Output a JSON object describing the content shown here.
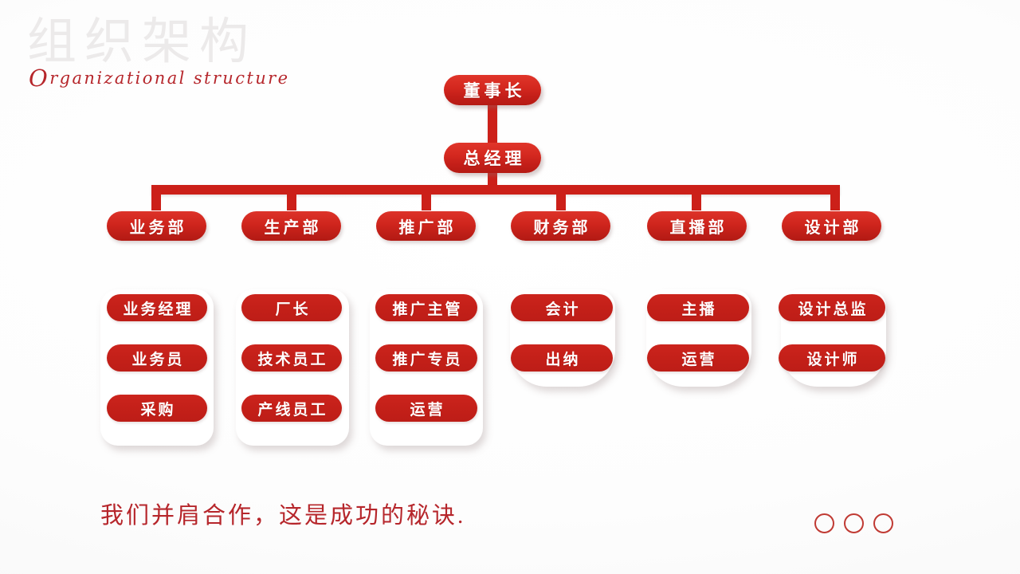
{
  "slide": {
    "title_cn": "组织架构",
    "title_en_initial": "O",
    "title_en_rest": "rganizational structure",
    "footer_tagline": "我们并肩合作，这是成功的秘诀.",
    "accent_red": "#cc2019",
    "pill_red_light": "#e0352a",
    "pill_red_dark": "#b21a14",
    "title_watermark_color": "#eceaea",
    "script_red": "#b6262b"
  },
  "chart_data": {
    "type": "diagram",
    "title": "组织架构",
    "subtitle": "Organizational structure",
    "levels": [
      {
        "level": 1,
        "nodes": [
          "董事长"
        ]
      },
      {
        "level": 2,
        "nodes": [
          "总经理"
        ]
      },
      {
        "level": 3,
        "nodes": [
          "业务部",
          "生产部",
          "推广部",
          "财务部",
          "直播部",
          "设计部"
        ]
      }
    ]
  },
  "top_nodes": [
    {
      "label": "董事长"
    },
    {
      "label": "总经理"
    }
  ],
  "departments": [
    {
      "label": "业务部",
      "members": [
        "业务经理",
        "业务员",
        "采购"
      ]
    },
    {
      "label": "生产部",
      "members": [
        "厂长",
        "技术员工",
        "产线员工"
      ]
    },
    {
      "label": "推广部",
      "members": [
        "推广主管",
        "推广专员",
        "运营"
      ]
    },
    {
      "label": "财务部",
      "members": [
        "会计",
        "出纳"
      ]
    },
    {
      "label": "直播部",
      "members": [
        "主播",
        "运营"
      ]
    },
    {
      "label": "设计部",
      "members": [
        "设计总监",
        "设计师"
      ]
    }
  ],
  "decoration": {
    "dot_count": 3,
    "dot_color": "#c03a33"
  }
}
